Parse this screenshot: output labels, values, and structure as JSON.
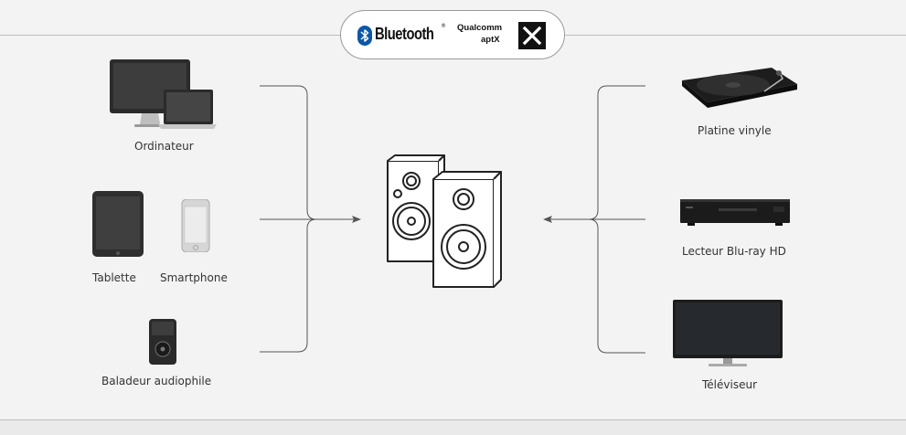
{
  "badge": {
    "bluetooth_text": "Bluetooth",
    "bluetooth_mark": "®",
    "qualcomm_text": "Qualcomm",
    "aptx_text": "aptX",
    "icons": [
      "bluetooth-icon",
      "aptx-logo-icon"
    ]
  },
  "sources": {
    "computer": "Ordinateur",
    "tablet": "Tablette",
    "smartphone": "Smartphone",
    "player": "Baladeur audiophile"
  },
  "sinks": {
    "turntable": "Platine vinyle",
    "bluray": "Lecteur Blu-ray HD",
    "tv": "Téléviseur"
  },
  "center": {
    "icon": "speakers-icon"
  },
  "colors": {
    "background": "#f3f3f3",
    "lines": "#555555",
    "badge_border": "#9a9a9a"
  }
}
